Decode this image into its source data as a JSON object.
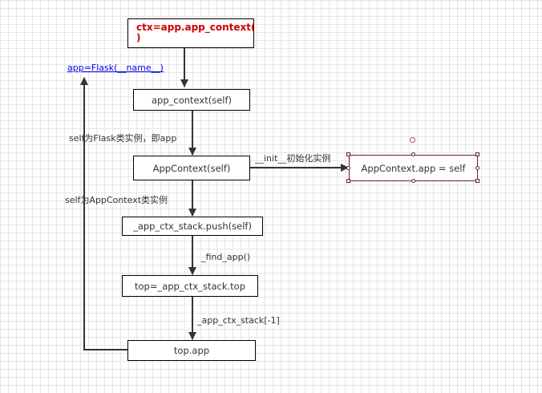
{
  "nodes": {
    "ctx": "ctx=app.app_context(\n)",
    "app_context": "app_context(self)",
    "appcontext": "AppContext(self)",
    "push": "_app_ctx_stack.push(self)",
    "top_assign": "top=_app_ctx_stack.top",
    "top_app": "top.app",
    "ctx_app": "AppContext.app = self"
  },
  "labels": {
    "flask_link": "app=Flask(__name__)",
    "self_flask": "self为Flask类实例，即app",
    "self_appcontext": "self为AppContext类实例",
    "init": "__init__初始化实例",
    "find_app": "_find_app()",
    "stack_index": "_app_ctx_stack[-1]"
  },
  "colors": {
    "title_text": "#cc0000",
    "link": "#0000ee",
    "selection_border": "#6b1f1f"
  }
}
